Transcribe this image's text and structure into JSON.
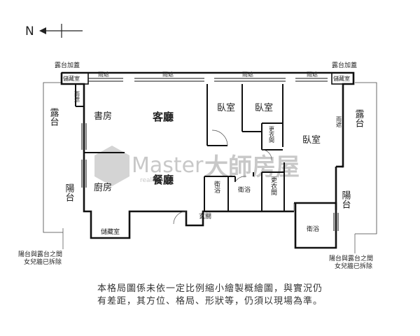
{
  "compass": {
    "label": "N"
  },
  "watermark": {
    "brand": "Master",
    "sub": "realestate",
    "cn": "大師房屋"
  },
  "rooms": {
    "balcony_cover_left": "露台加蓋",
    "balcony_cover_right": "露台加蓋",
    "storage_top_left": "儲藏室",
    "storage_top_right": "儲藏室",
    "storage_bottom": "儲藏室",
    "rain_shelter": "雨遮",
    "rain_shelter_vert_left": "雨遮",
    "rain_shelter_vert_right": "雨遮",
    "terrace_left": "露台",
    "terrace_right": "露台",
    "study": "書房",
    "living_room": "客廳",
    "bedroom_1": "臥室",
    "bedroom_2": "臥室",
    "bedroom_3": "臥室",
    "closet_1": "更衣間",
    "closet_2": "更衣間",
    "kitchen": "廚房",
    "dining_room": "餐廳",
    "bath_1": "衛浴",
    "bath_2": "衛浴",
    "bath_3": "衛浴",
    "entrance": "玄關",
    "balcony_left": "陽台",
    "balcony_right": "陽台",
    "removed_wall_left": "陽台與露台之間女兒牆已拆除",
    "removed_wall_right": "陽台與露台之間女兒牆已拆除"
  },
  "disclaimer": {
    "line1": "本格局圖係未依一定比例縮小繪製概繪圖，與實況仍",
    "line2": "有差距，其方位、格局、形狀等，仍須以現場為準。"
  }
}
